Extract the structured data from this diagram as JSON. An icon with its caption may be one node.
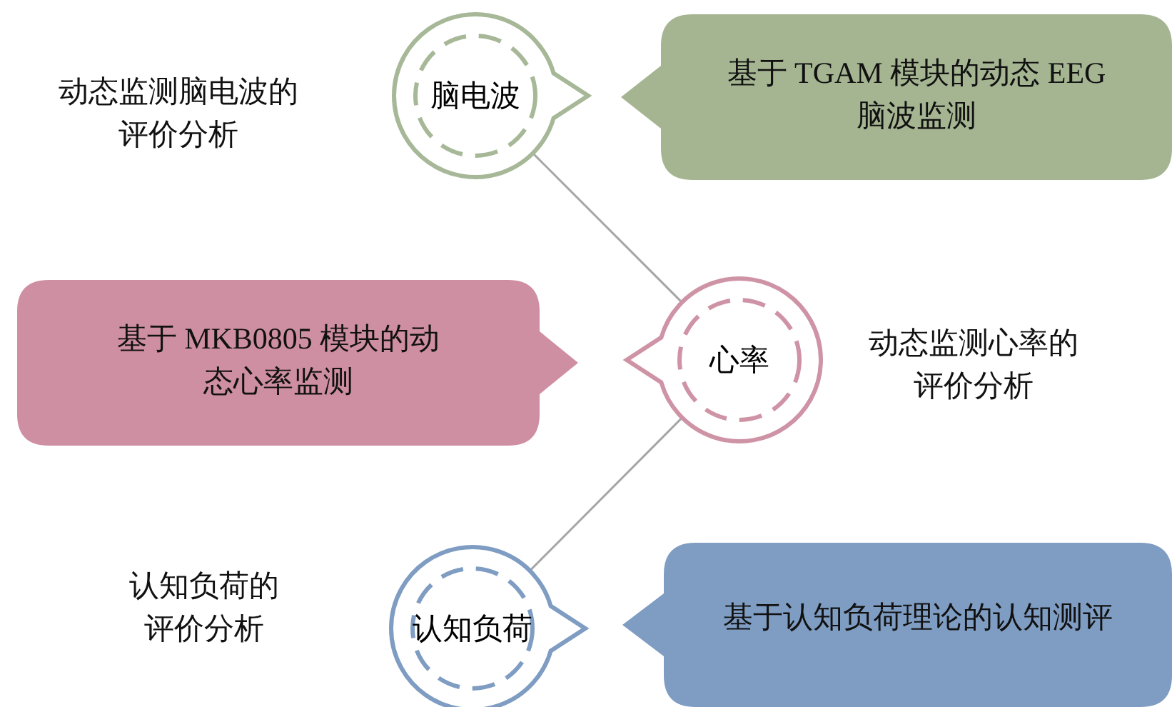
{
  "diagram": {
    "nodes": [
      {
        "text": [
          "脑电波"
        ]
      },
      {
        "text": [
          "基于 TGAM 模块的动态 EEG 脑波监测"
        ]
      },
      {
        "text": [
          "基于 MKB0805 模块的动态心率监测"
        ]
      },
      {
        "text": [
          "心率"
        ]
      },
      {
        "text": [
          "认知负荷"
        ]
      },
      {
        "text": [
          "基于认知负荷理论的认知测评"
        ]
      }
    ],
    "edges": [
      {
        "from": 0,
        "to": 3,
        "arrow": "none"
      },
      {
        "from": 3,
        "to": 4,
        "arrow": "none"
      }
    ],
    "labels": [
      "动态监测脑电波的评价分析",
      "动态监测心率的评价分析",
      "认知负荷的评价分析"
    ]
  }
}
